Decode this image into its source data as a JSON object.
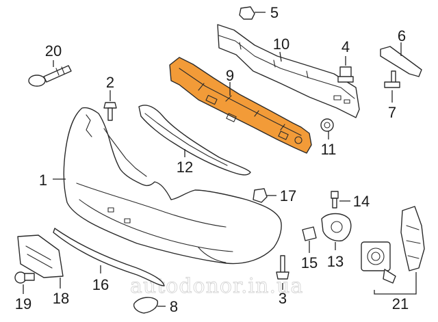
{
  "highlight_color": "#F29B38",
  "callouts": {
    "n1": "1",
    "n2": "2",
    "n3": "3",
    "n4": "4",
    "n5": "5",
    "n6": "6",
    "n7": "7",
    "n8": "8",
    "n9": "9",
    "n10": "10",
    "n11": "11",
    "n12": "12",
    "n13": "13",
    "n14": "14",
    "n15": "15",
    "n16": "16",
    "n17": "17",
    "n18": "18",
    "n19": "19",
    "n20": "20",
    "n21": "21"
  },
  "watermark": "autodonor.in.ua"
}
